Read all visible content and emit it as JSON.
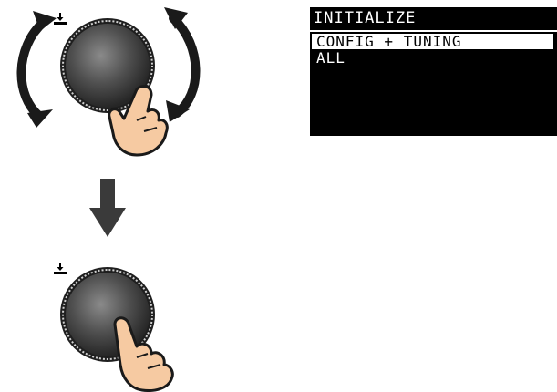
{
  "screen": {
    "title": "INITIALIZE",
    "options": [
      {
        "label": "CONFIG + TUNING",
        "selected": true
      },
      {
        "label": "ALL",
        "selected": false
      }
    ],
    "background_color": "#000000",
    "text_color": "#ffffff"
  },
  "steps": [
    {
      "gesture": "rotate",
      "icons": [
        "rotate-left-arrow-icon",
        "rotate-right-arrow-icon"
      ]
    },
    {
      "gesture": "press"
    }
  ],
  "icons": [
    "push-indicator-icon",
    "down-arrow-icon",
    "finger-hand-icon",
    "rotary-encoder-knob"
  ]
}
